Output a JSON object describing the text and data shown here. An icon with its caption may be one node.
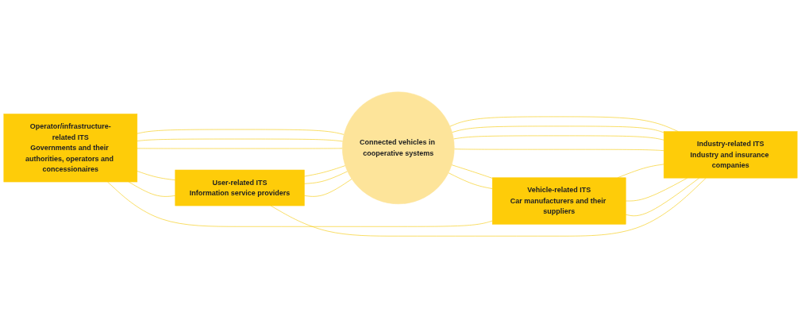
{
  "diagram": {
    "nodes": [
      {
        "text": [
          "Operator/infrastructure-related ITS",
          "Governments and their authorities, operators and concessionaires"
        ]
      },
      {
        "text": [
          "Vehicle-related ITS",
          "Car manufacturers and their suppliers"
        ]
      },
      {
        "text": [
          "Connected vehicles in cooperative systems"
        ]
      },
      {
        "text": [
          "User-related ITS",
          "Information service providers"
        ]
      },
      {
        "text": [
          "Industry-related ITS",
          "Industry and insurance companies"
        ]
      }
    ],
    "edges": [
      {
        "from": 0,
        "to": 2,
        "arrow": "none"
      },
      {
        "from": 0,
        "to": 2,
        "arrow": "none"
      },
      {
        "from": 0,
        "to": 2,
        "arrow": "none"
      },
      {
        "from": 3,
        "to": 2,
        "arrow": "none"
      },
      {
        "from": 3,
        "to": 2,
        "arrow": "none"
      },
      {
        "from": 3,
        "to": 2,
        "arrow": "none"
      },
      {
        "from": 2,
        "to": 1,
        "arrow": "none"
      },
      {
        "from": 2,
        "to": 1,
        "arrow": "none"
      },
      {
        "from": 2,
        "to": 4,
        "arrow": "none"
      },
      {
        "from": 2,
        "to": 4,
        "arrow": "none"
      },
      {
        "from": 2,
        "to": 4,
        "arrow": "none"
      },
      {
        "from": 2,
        "to": 4,
        "arrow": "none"
      },
      {
        "from": 0,
        "to": 3,
        "arrow": "none"
      },
      {
        "from": 0,
        "to": 3,
        "arrow": "none"
      },
      {
        "from": 1,
        "to": 4,
        "arrow": "none"
      },
      {
        "from": 1,
        "to": 4,
        "arrow": "none"
      },
      {
        "from": 1,
        "to": 4,
        "arrow": "none"
      },
      {
        "from": 0,
        "to": 1,
        "arrow": "none"
      },
      {
        "from": 3,
        "to": 4,
        "arrow": "none"
      }
    ]
  }
}
